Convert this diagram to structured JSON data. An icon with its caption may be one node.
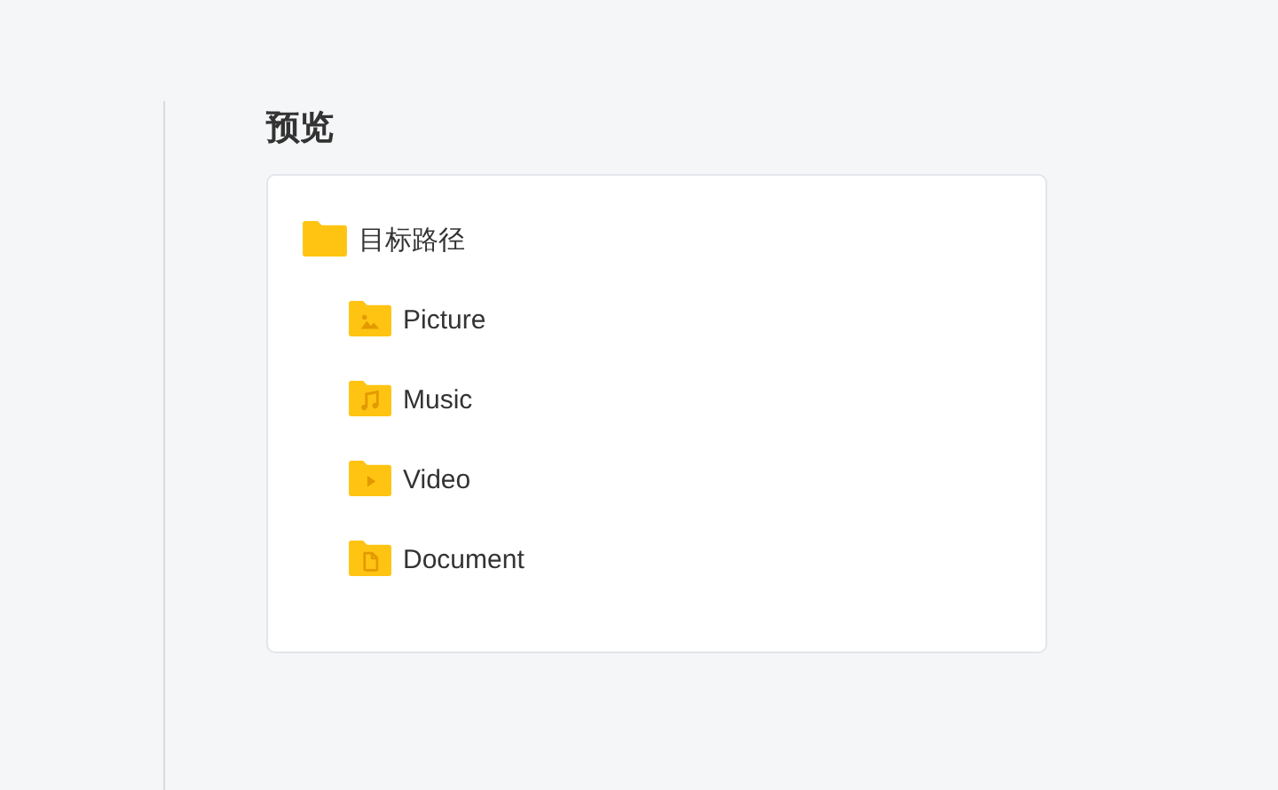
{
  "diagram": {
    "nodes": [
      {
        "text": [
          "预览",
          "目标路径",
          "Picture",
          "Music",
          "Video",
          "Document"
        ]
      }
    ]
  }
}
